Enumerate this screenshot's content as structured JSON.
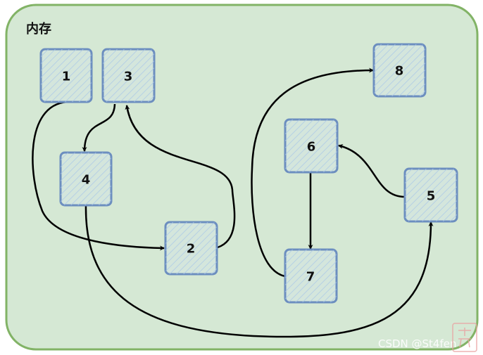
{
  "region": {
    "label": "内存"
  },
  "nodes": [
    {
      "id": "1",
      "label": "1"
    },
    {
      "id": "3",
      "label": "3"
    },
    {
      "id": "4",
      "label": "4"
    },
    {
      "id": "2",
      "label": "2"
    },
    {
      "id": "8",
      "label": "8"
    },
    {
      "id": "6",
      "label": "6"
    },
    {
      "id": "7",
      "label": "7"
    },
    {
      "id": "5",
      "label": "5"
    }
  ],
  "edges": [
    {
      "from": "1",
      "to": "2"
    },
    {
      "from": "3",
      "to": "4"
    },
    {
      "from": "2",
      "to": "3"
    },
    {
      "from": "4",
      "to": "5"
    },
    {
      "from": "5",
      "to": "6"
    },
    {
      "from": "6",
      "to": "7"
    },
    {
      "from": "7",
      "to": "8"
    }
  ],
  "watermark": {
    "text": "CSDN @St4fen"
  },
  "colors": {
    "region_fill": "#d5e8d4",
    "region_stroke": "#82b366",
    "node_fill": "#d4e6dc",
    "node_stroke": "#6c8ebf",
    "hatch": "#a9c7e8",
    "edge": "#000000"
  }
}
